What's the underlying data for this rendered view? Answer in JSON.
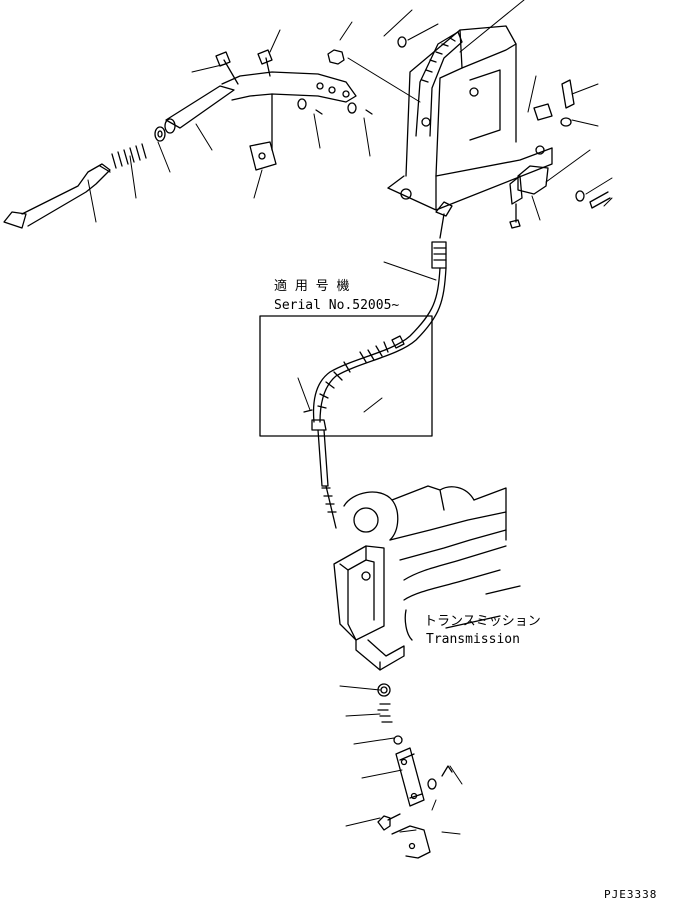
{
  "labels": {
    "applicable_serial_jp": "適 用 号 機",
    "serial_no": "Serial No.52005~",
    "transmission_jp": "トランスミッション",
    "transmission_en": "Transmission",
    "figure_code": "PJE3338"
  }
}
